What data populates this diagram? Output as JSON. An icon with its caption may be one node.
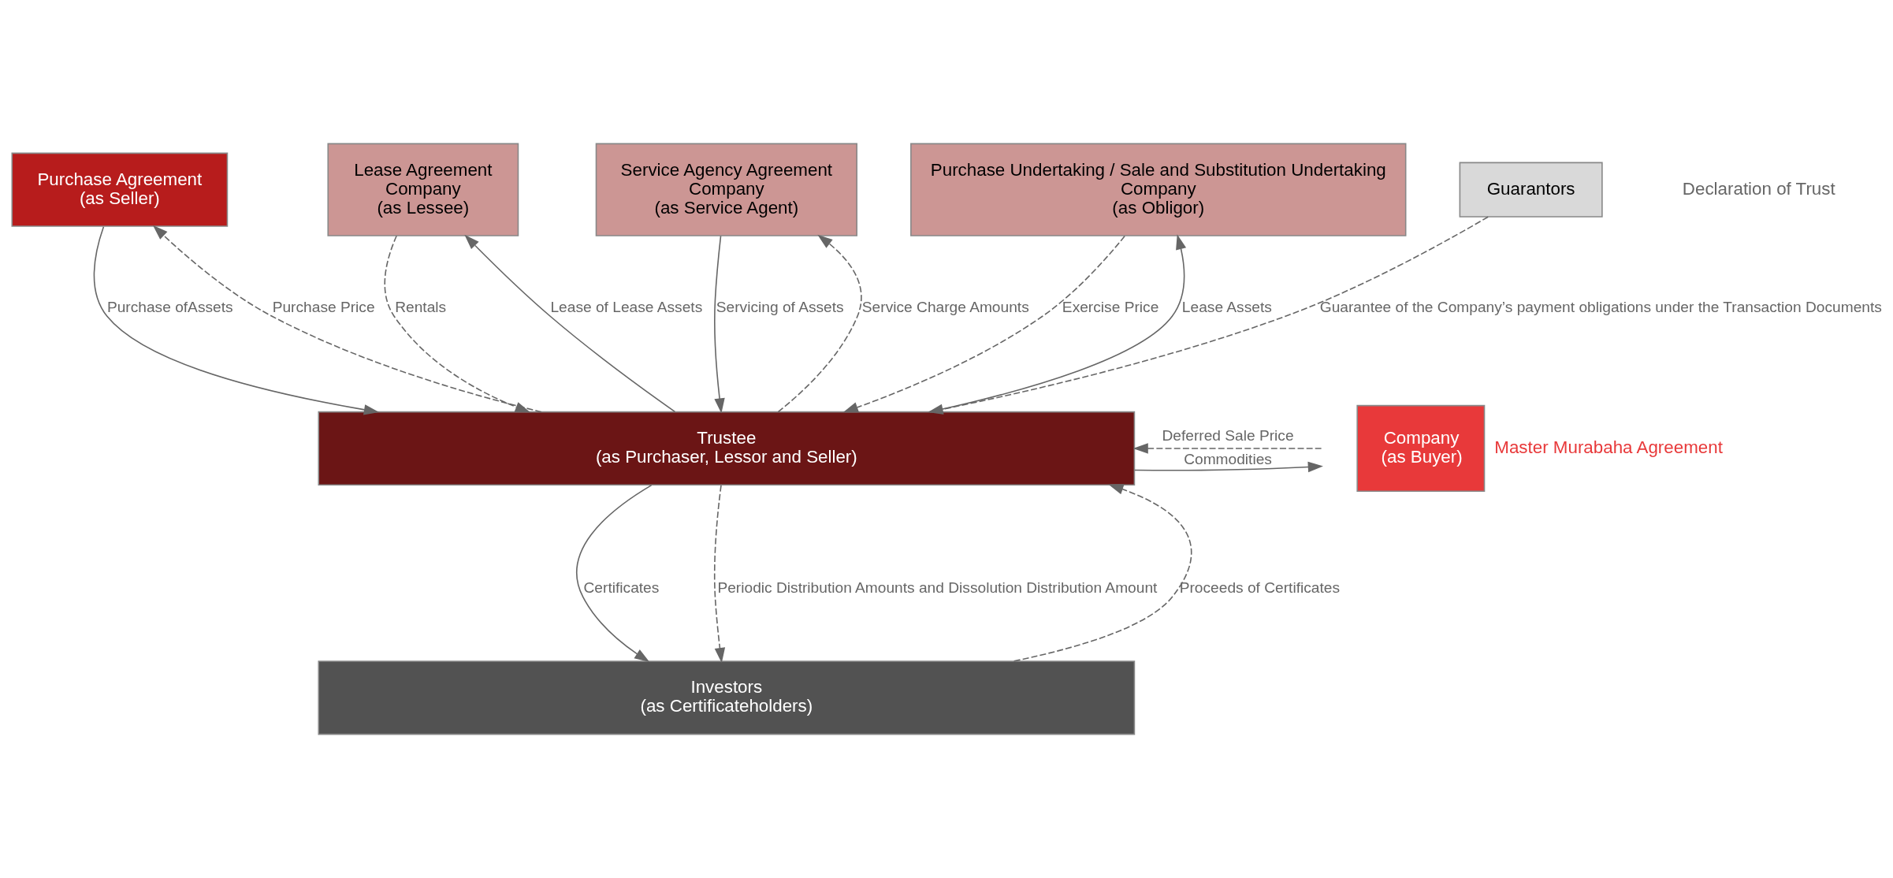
{
  "diagram": {
    "nodes": [
      {
        "text": [
          "Purchase Agreement",
          "(as Seller)"
        ]
      },
      {
        "text": [
          "Lease Agreement",
          "Company",
          "(as Lessee)"
        ]
      },
      {
        "text": [
          "Service Agency Agreement",
          "Company",
          "(as Service Agent)"
        ]
      },
      {
        "text": [
          "Purchase Undertaking / Sale and Substitution Undertaking",
          "Company",
          "(as Obligor)"
        ]
      },
      {
        "text": [
          "Guarantors"
        ]
      },
      {
        "text": [
          "Trustee",
          "(as Purchaser, Lessor and Seller)"
        ]
      },
      {
        "text": [
          "Company",
          "(as Buyer)"
        ],
        "beside": [
          "Master Murabaha Agreement"
        ]
      },
      {
        "text": [
          "Investors",
          "(as Certificateholders)"
        ]
      }
    ],
    "edges": [
      {
        "from": 5,
        "to": 0,
        "arrow": "to",
        "label": "Purchase Price",
        "style": "dashed"
      },
      {
        "from": 0,
        "to": 5,
        "arrow": "to",
        "label": "Purchase ofAssets"
      },
      {
        "from": 1,
        "to": 5,
        "arrow": "to",
        "label": "Rentals",
        "style": "dashed"
      },
      {
        "from": 5,
        "to": 1,
        "arrow": "to",
        "label": "Lease of Lease Assets"
      },
      {
        "from": 5,
        "to": 2,
        "arrow": "to",
        "label": "Service Charge Amounts",
        "style": "dashed"
      },
      {
        "from": 2,
        "to": 5,
        "arrow": "to",
        "label": "Servicing of Assets"
      },
      {
        "from": 3,
        "to": 5,
        "arrow": "to",
        "label": "Exercise Price",
        "style": "dashed"
      },
      {
        "from": 5,
        "to": 3,
        "arrow": "to",
        "label": "Lease Assets"
      },
      {
        "from": 4,
        "to": 5,
        "arrow": "to",
        "label": "Guarantee of the Company’s payment obligations under the Transaction Documents",
        "style": "dashed"
      },
      {
        "from": 6,
        "to": 5,
        "arrow": "to",
        "label": "Deferred Sale Price",
        "style": "dashed"
      },
      {
        "from": 5,
        "to": 6,
        "arrow": "to",
        "label": "Commodities"
      },
      {
        "from": 5,
        "to": 7,
        "arrow": "to",
        "label": "Certificates"
      },
      {
        "from": 7,
        "to": 5,
        "arrow": "to",
        "label": "Proceeds of Certificates",
        "style": "dashed"
      },
      {
        "from": 5,
        "to": 7,
        "arrow": "to",
        "label": "Periodic Distribution Amounts and Dissolution Distribution Amount",
        "style": "dashed"
      }
    ],
    "labels": [
      "Declaration of Trust"
    ]
  }
}
